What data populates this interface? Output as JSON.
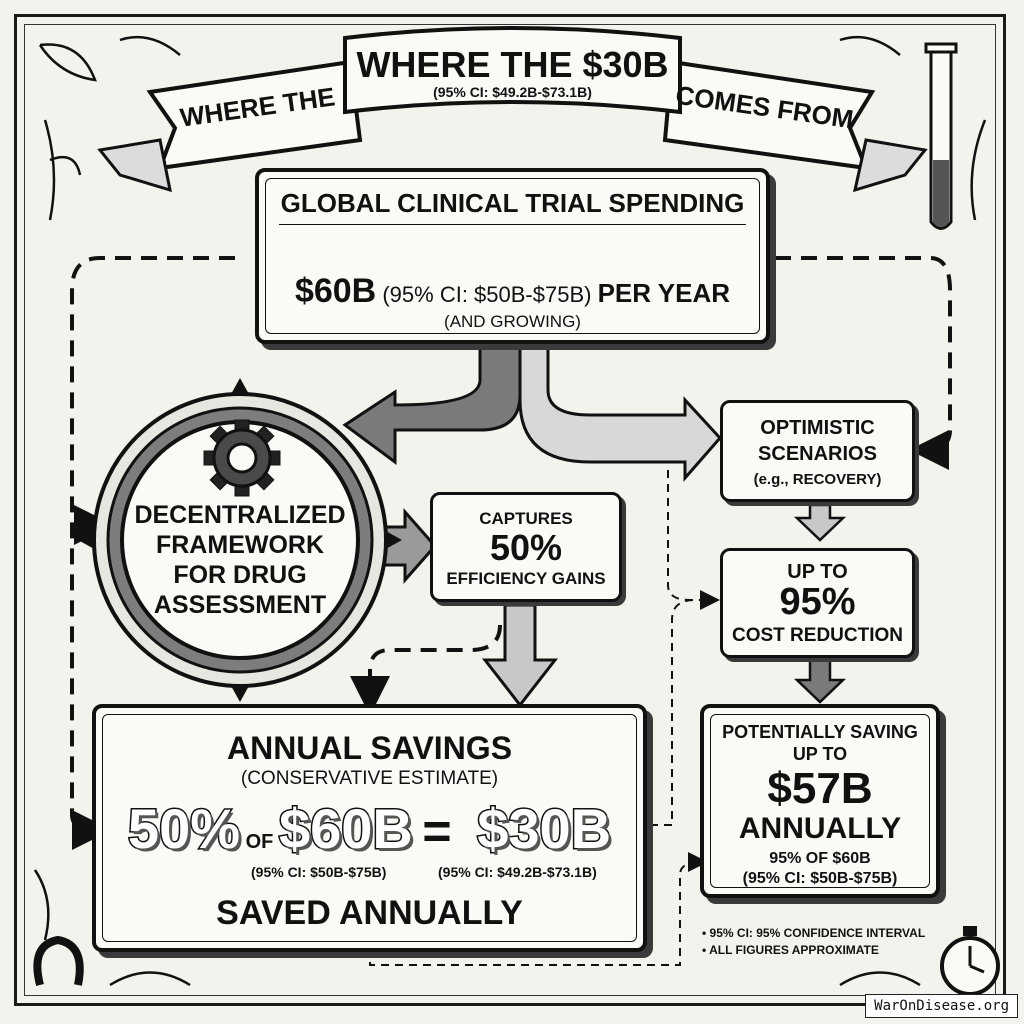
{
  "banner": {
    "left": "WHERE THE",
    "center": "WHERE THE $30B",
    "center_ci": "(95% CI: $49.2B-$73.1B)",
    "right": "COMES FROM"
  },
  "top_box": {
    "title": "GLOBAL CLINICAL TRIAL SPENDING",
    "amount": "$60B",
    "ci": "(95% CI: $50B-$75B)",
    "per": "PER YEAR",
    "sub": "(AND GROWING)"
  },
  "circle": {
    "line1": "DECENTRALIZED",
    "line2": "FRAMEWORK",
    "line3": "FOR DRUG",
    "line4": "ASSESSMENT"
  },
  "captures": {
    "line1": "CAPTURES",
    "pct": "50%",
    "line3": "EFFICIENCY GAINS"
  },
  "optimistic": {
    "line1": "OPTIMISTIC",
    "line2": "SCENARIOS",
    "line3": "(e.g., RECOVERY)"
  },
  "upto": {
    "line1": "UP TO",
    "pct": "95%",
    "line3": "COST REDUCTION"
  },
  "savings": {
    "title": "ANNUAL SAVINGS",
    "subtitle": "(CONSERVATIVE ESTIMATE)",
    "pct": "50%",
    "of": "OF",
    "base": "$60B",
    "equals": "=",
    "result": "$30B",
    "base_ci": "(95% CI: $50B-$75B)",
    "result_ci": "(95% CI: $49.2B-$73.1B)",
    "footer": "SAVED ANNUALLY"
  },
  "potential": {
    "line1": "POTENTIALLY SAVING",
    "line2": "UP TO",
    "amount": "$57B",
    "line4": "ANNUALLY",
    "line5": "95% OF $60B",
    "line6": "(95% CI: $50B-$75B)"
  },
  "notes": [
    "95% CI: 95% CONFIDENCE INTERVAL",
    "ALL FIGURES APPROXIMATE"
  ],
  "watermark": "WarOnDisease.org",
  "icons": [
    "gear-icon",
    "test-tube-icon",
    "stopwatch-icon",
    "horseshoe-icon",
    "leaf-ornament-icon"
  ]
}
